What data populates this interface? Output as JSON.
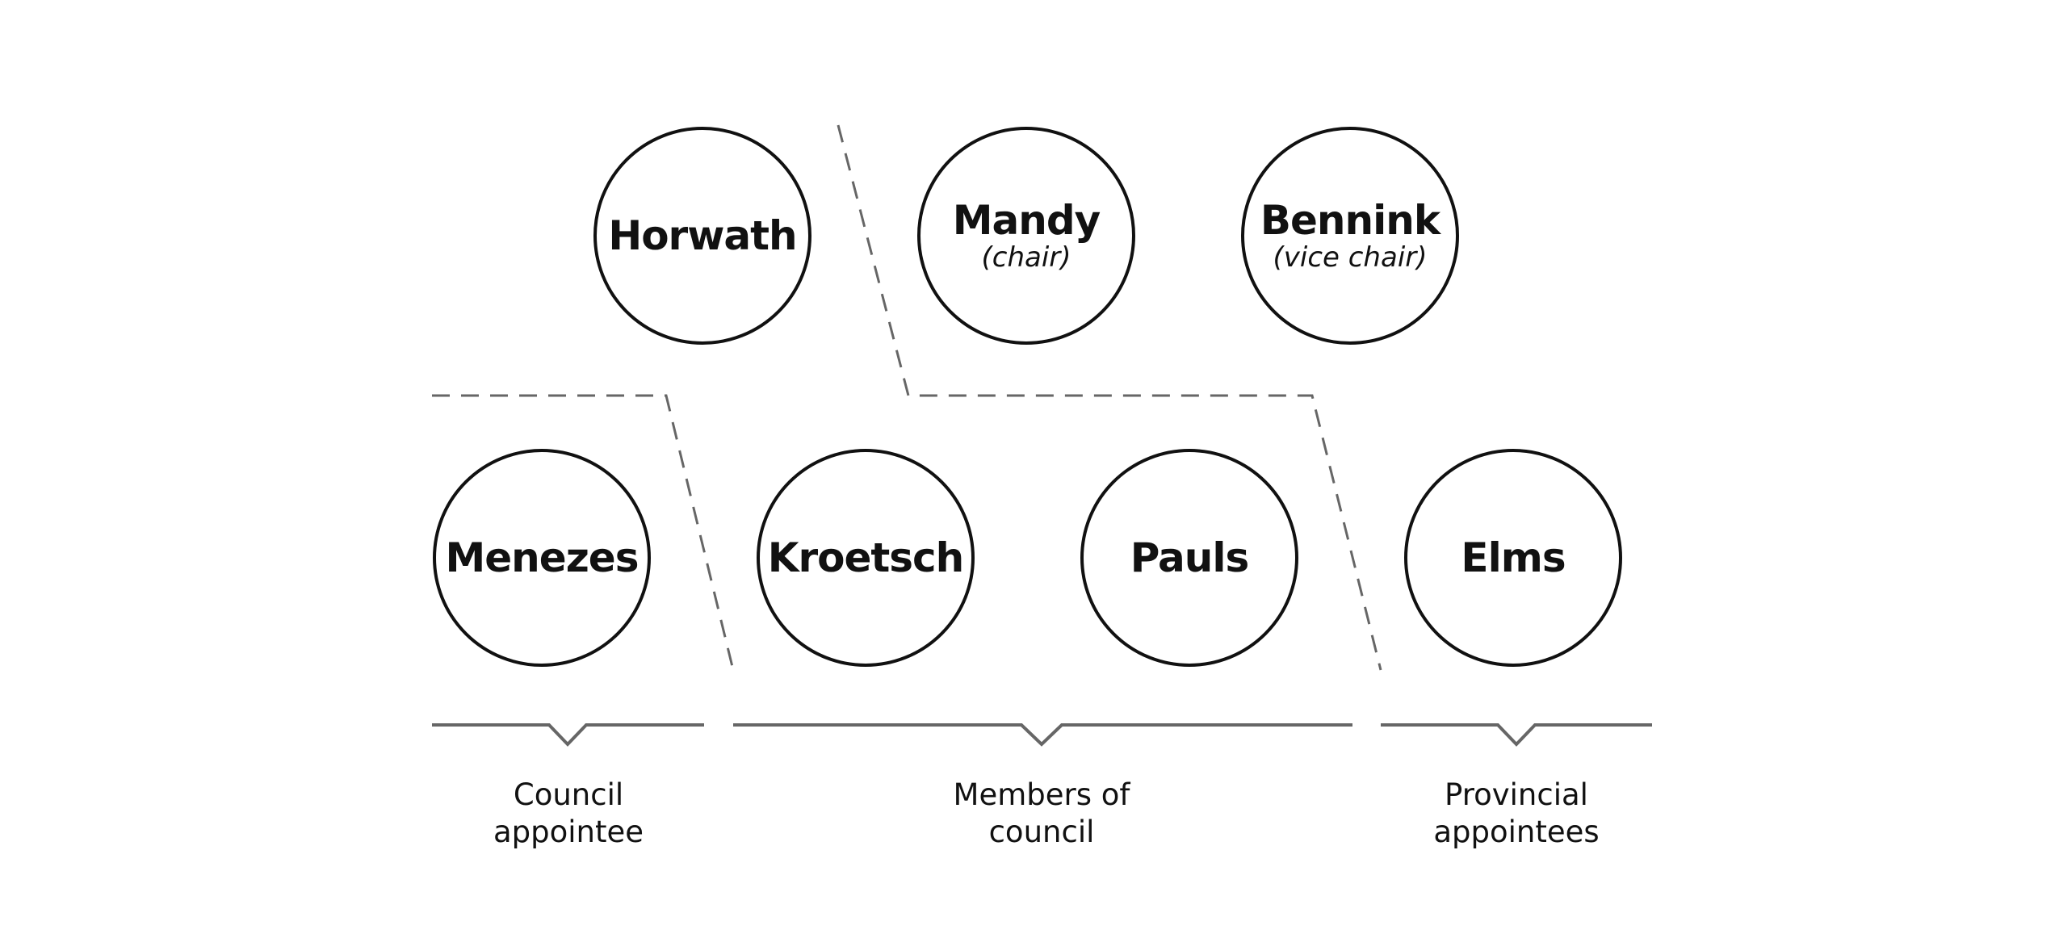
{
  "members": [
    {
      "id": "horwath",
      "name": "Horwath",
      "role": ""
    },
    {
      "id": "mandy",
      "name": "Mandy",
      "role": "(chair)"
    },
    {
      "id": "bennink",
      "name": "Bennink",
      "role": "(vice chair)"
    },
    {
      "id": "menezes",
      "name": "Menezes",
      "role": ""
    },
    {
      "id": "kroetsch",
      "name": "Kroetsch",
      "role": ""
    },
    {
      "id": "pauls",
      "name": "Pauls",
      "role": ""
    },
    {
      "id": "elms",
      "name": "Elms",
      "role": ""
    }
  ],
  "groups": {
    "council_appointee": {
      "line1": "Council",
      "line2": "appointee"
    },
    "members_of_council": {
      "line1": "Members of",
      "line2": "council"
    },
    "provincial_appointees": {
      "line1": "Provincial",
      "line2": "appointees"
    }
  },
  "colors": {
    "stroke": "#111111",
    "bracket": "#666666",
    "dashed": "#666666"
  }
}
